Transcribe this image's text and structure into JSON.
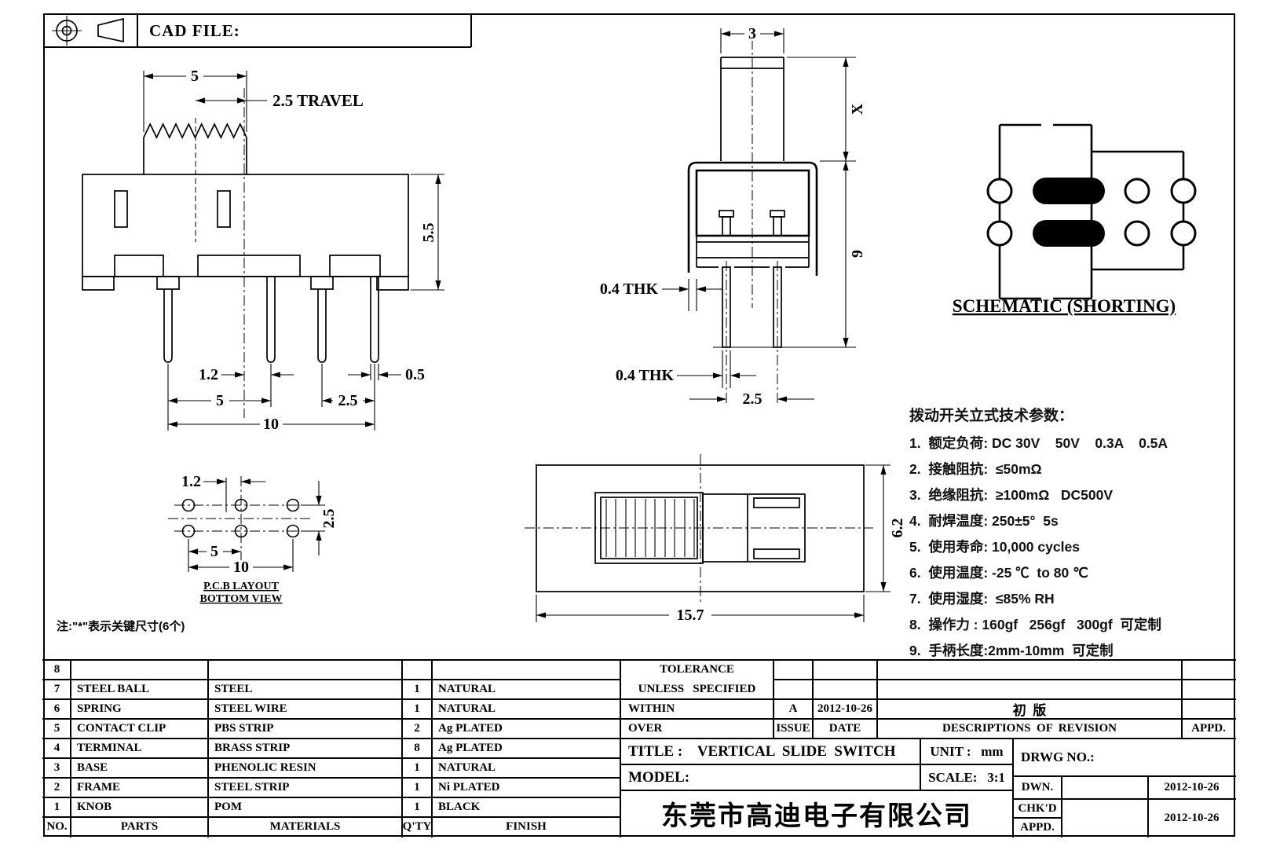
{
  "sheet": {
    "cad_file_label": "CAD FILE:"
  },
  "dims": {
    "fv_knob_w": "5",
    "fv_travel": "2.5 TRAVEL",
    "fv_height": "5.5",
    "fv_off": "1.2",
    "fv_pin_w": "0.5",
    "fv_pitch_l": "5",
    "fv_pitch_r": "2.5",
    "fv_total": "10",
    "sv_shaft_w": "3",
    "sv_shaft_h": "X",
    "sv_body_h": "9",
    "sv_thk1": "0.4 THK",
    "sv_thk2": "0.4 THK",
    "sv_pitch": "2.5",
    "pcb_off": "1.2",
    "pcb_row": "2.5",
    "pcb_pitch": "5",
    "pcb_total": "10",
    "tv_len": "15.7",
    "tv_wid": "6.2"
  },
  "captions": {
    "schematic": "SCHEMATIC (SHORTING)",
    "pcb1": "P.C.B LAYOUT",
    "pcb2": "BOTTOM VIEW",
    "note": "注:\"*\"表示关键尺寸(6个)"
  },
  "tech": {
    "title": "拨动开关立式技术参数：",
    "items": [
      "1.  额定负荷: DC 30V    50V    0.3A    0.5A",
      "2.  接触阻抗:  ≤50mΩ",
      "3.  绝缘阻抗:  ≥100mΩ   DC500V",
      "4.  耐焊温度: 250±5°  5s",
      "5.  使用寿命: 10,000 cycles",
      "6.  使用温度: -25 ℃  to 80 ℃",
      "7.  使用湿度:  ≤85% RH",
      "8.  操作力 : 160gf   256gf   300gf  可定制",
      "9.  手柄长度:2mm-10mm  可定制"
    ]
  },
  "parts_table": {
    "headers": [
      "NO.",
      "PARTS",
      "MATERIALS",
      "Q'TY",
      "FINISH"
    ],
    "rows": [
      {
        "no": "8",
        "part": "",
        "material": "",
        "qty": "",
        "finish": ""
      },
      {
        "no": "7",
        "part": "STEEL BALL",
        "material": "STEEL",
        "qty": "1",
        "finish": "NATURAL"
      },
      {
        "no": "6",
        "part": "SPRING",
        "material": "STEEL WIRE",
        "qty": "1",
        "finish": "NATURAL"
      },
      {
        "no": "5",
        "part": "CONTACT CLIP",
        "material": "PBS STRIP",
        "qty": "2",
        "finish": "Ag PLATED"
      },
      {
        "no": "4",
        "part": "TERMINAL",
        "material": "BRASS STRIP",
        "qty": "8",
        "finish": "Ag PLATED"
      },
      {
        "no": "3",
        "part": "BASE",
        "material": "PHENOLIC RESIN",
        "qty": "1",
        "finish": "NATURAL"
      },
      {
        "no": "2",
        "part": "FRAME",
        "material": "STEEL STRIP",
        "qty": "1",
        "finish": "Ni PLATED"
      },
      {
        "no": "1",
        "part": "KNOB",
        "material": "POM",
        "qty": "1",
        "finish": "BLACK"
      }
    ]
  },
  "title_block": {
    "tolerance1": "TOLERANCE",
    "tolerance2": "UNLESS   SPECIFIED",
    "within": "WITHIN",
    "over": "OVER",
    "issue_value": "A",
    "issue_label": "ISSUE",
    "date_value": "2012-10-26",
    "date_label": "DATE",
    "revision_value": "初  版",
    "revision_label": "DESCRIPTIONS  OF  REVISION",
    "appd_label": "APPD.",
    "title_label": "TITLE :    VERTICAL  SLIDE  SWITCH",
    "unit_label": "UNIT :   mm",
    "drwg_label": "DRWG NO.:",
    "model_label": "MODEL:",
    "scale_label": "SCALE:   3:1",
    "dwn_label": "DWN.",
    "dwn_date": "2012-10-26",
    "chkd_label": "CHK'D",
    "appd2_label": "APPD.",
    "chkd_date": "2012-10-26",
    "company": "东莞市高迪电子有限公司"
  }
}
